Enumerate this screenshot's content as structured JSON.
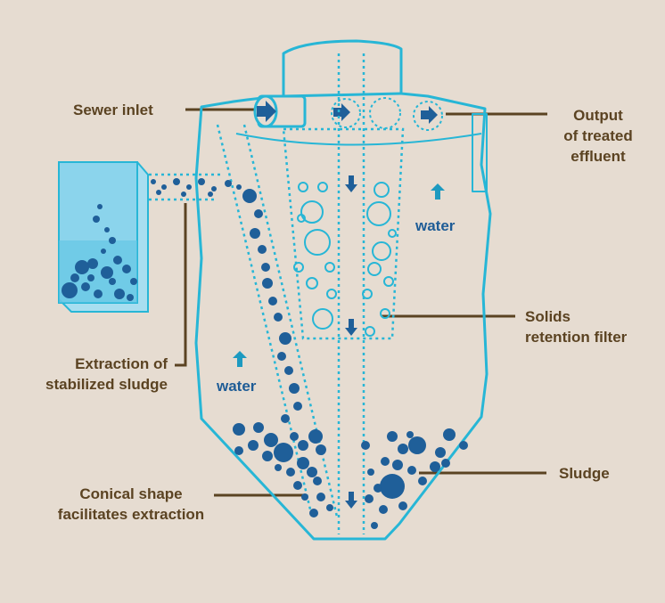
{
  "labels": {
    "sewer_inlet": "Sewer inlet",
    "output": [
      "Output",
      "of treated",
      "effluent"
    ],
    "solids_filter": [
      "Solids",
      "retention filter"
    ],
    "extraction": [
      "Extraction of",
      "stabilized sludge"
    ],
    "conical": [
      "Conical shape",
      "facilitates extraction"
    ],
    "sludge": "Sludge",
    "water_right": "water",
    "water_left": "water"
  },
  "colors": {
    "background": "#e6dcd1",
    "tank_outline": "#27b6d6",
    "sludge_dot": "#1f5f99",
    "label_text": "#5b4322",
    "leader_line": "#5b4322",
    "water_text": "#1e5c96",
    "water_arrow": "#1d9ac0",
    "box_fill": "#7fd0ea"
  }
}
